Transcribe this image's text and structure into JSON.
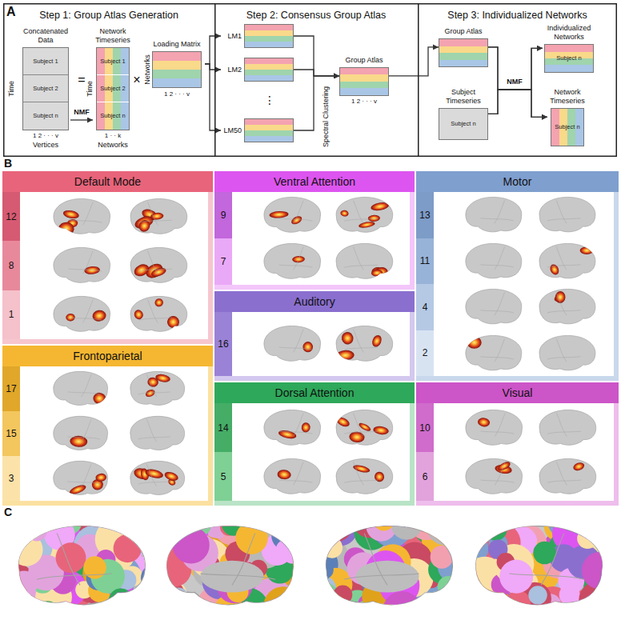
{
  "diagram": {
    "nodes": [
      {
        "text": [
          "A"
        ]
      },
      {
        "text": [
          "Step 1: Group Atlas Generation"
        ],
        "in": 0
      },
      {
        "text": [
          "Step 2: Consensus Group Atlas"
        ],
        "in": 0
      },
      {
        "text": [
          "Step 3: Individualized Networks"
        ],
        "in": 0
      },
      {
        "text": [
          "Concatenated Data",
          "Subject 1",
          "Subject 2",
          "Subject n"
        ],
        "in": 1
      },
      {
        "text": [
          "Network Timeseries",
          "Subject 1",
          "Subject 2",
          "Subject n"
        ],
        "in": 1
      },
      {
        "text": [
          "Loading Matrix"
        ],
        "in": 1
      },
      {
        "text": [
          "LM1"
        ],
        "in": 2
      },
      {
        "text": [
          "LM2"
        ],
        "in": 2
      },
      {
        "text": [
          "LM50"
        ],
        "in": 2
      },
      {
        "text": [
          "Group Atlas"
        ],
        "in": 2
      },
      {
        "text": [
          "Group Atlas"
        ],
        "in": 3
      },
      {
        "text": [
          "Subject Timeseries",
          "Subject n"
        ],
        "in": 3
      },
      {
        "text": [
          "Individualized Networks",
          "Subject n"
        ],
        "in": 3
      },
      {
        "text": [
          "Network Timeseries",
          "Subject n"
        ],
        "in": 3
      },
      {
        "text": [
          "Default Mode"
        ]
      },
      {
        "text": [
          "12"
        ],
        "in": 15
      },
      {
        "text": [
          "8"
        ],
        "in": 15
      },
      {
        "text": [
          "1"
        ],
        "in": 15
      },
      {
        "text": [
          "Ventral Attention"
        ]
      },
      {
        "text": [
          "9"
        ],
        "in": 19
      },
      {
        "text": [
          "7"
        ],
        "in": 19
      },
      {
        "text": [
          "Motor"
        ]
      },
      {
        "text": [
          "13"
        ],
        "in": 22
      },
      {
        "text": [
          "11"
        ],
        "in": 22
      },
      {
        "text": [
          "4"
        ],
        "in": 22
      },
      {
        "text": [
          "2"
        ],
        "in": 22
      },
      {
        "text": [
          "Frontoparietal"
        ]
      },
      {
        "text": [
          "17"
        ],
        "in": 27
      },
      {
        "text": [
          "15"
        ],
        "in": 27
      },
      {
        "text": [
          "3"
        ],
        "in": 27
      },
      {
        "text": [
          "Auditory"
        ]
      },
      {
        "text": [
          "16"
        ],
        "in": 31
      },
      {
        "text": [
          "Dorsal Attention"
        ]
      },
      {
        "text": [
          "14"
        ],
        "in": 33
      },
      {
        "text": [
          "5"
        ],
        "in": 33
      },
      {
        "text": [
          "Visual"
        ]
      },
      {
        "text": [
          "10"
        ],
        "in": 36
      },
      {
        "text": [
          "6"
        ],
        "in": 36
      }
    ],
    "edges": [
      {
        "from": 4,
        "to": 5,
        "label": "NMF",
        "arrow": "to"
      },
      {
        "from": 6,
        "to": 7,
        "arrow": "to"
      },
      {
        "from": 6,
        "to": 8,
        "arrow": "to"
      },
      {
        "from": 6,
        "to": 9,
        "arrow": "to"
      },
      {
        "from": 7,
        "to": 10,
        "arrow": "to"
      },
      {
        "from": 8,
        "to": 10,
        "arrow": "to"
      },
      {
        "from": 9,
        "to": 10,
        "arrow": "to"
      },
      {
        "from": 10,
        "to": 11,
        "arrow": "to"
      },
      {
        "from": 11,
        "to": 13,
        "arrow": "to"
      },
      {
        "from": 12,
        "to": 13,
        "arrow": "to"
      },
      {
        "from": 11,
        "to": 14,
        "arrow": "to"
      },
      {
        "from": 12,
        "to": 14,
        "arrow": "to"
      }
    ],
    "labels": [
      "=",
      "×",
      "Time",
      "1 2 · · · v",
      "Vertices",
      "Time",
      "1 · · k",
      "Networks",
      "Networks",
      "1 2 · · · v",
      "⋮",
      "Spectral Clustering",
      "1 2 · · · v",
      "NMF",
      "B",
      "C"
    ]
  }
}
